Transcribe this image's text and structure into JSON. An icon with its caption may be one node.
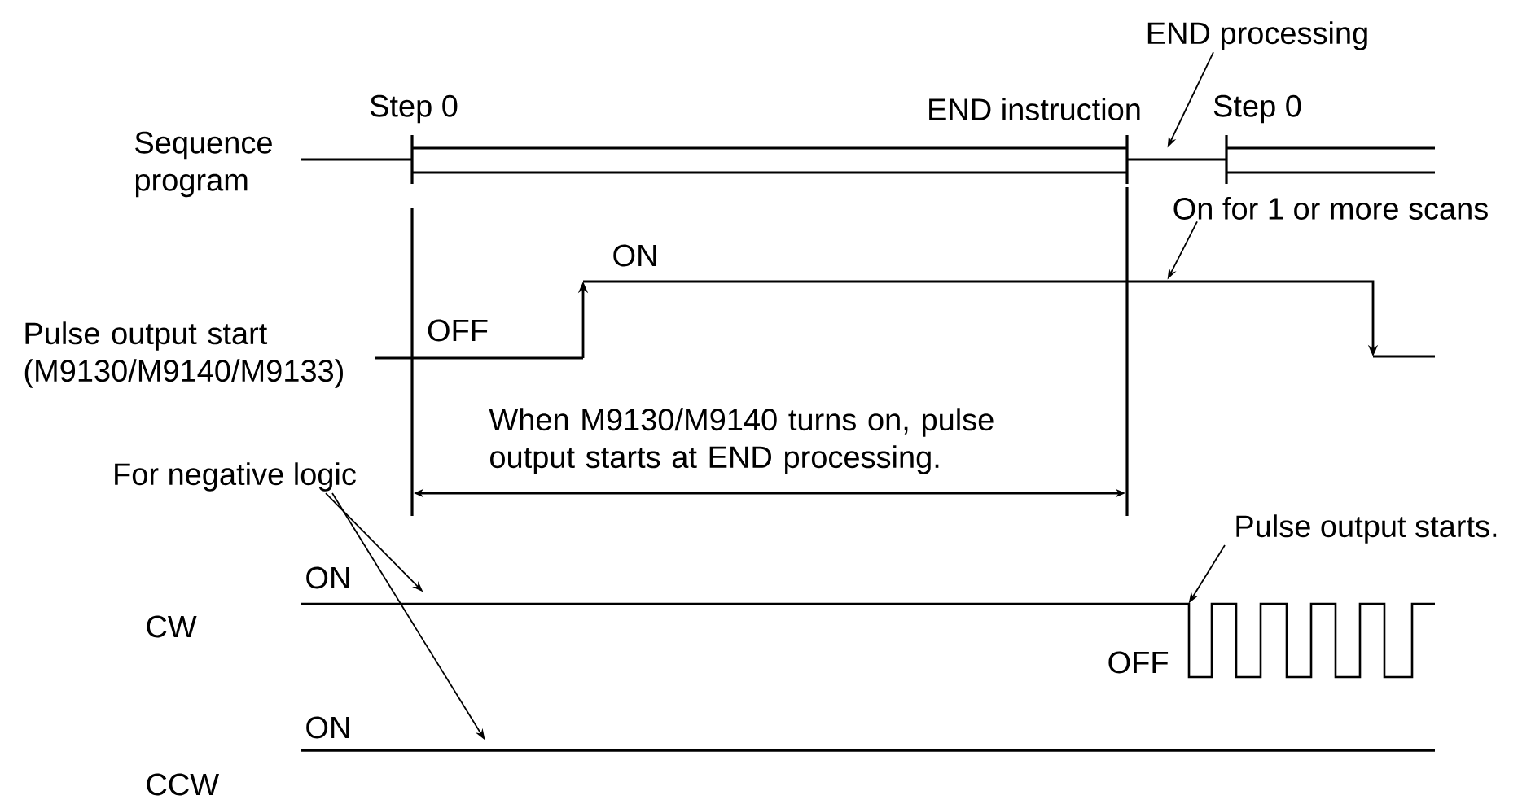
{
  "diagram": {
    "nodes": [
      {
        "text": [
          "END processing"
        ]
      },
      {
        "text": [
          "On for 1 or more scans"
        ]
      },
      {
        "text": [
          "For negative logic"
        ]
      },
      {
        "text": [
          "Pulse output starts."
        ]
      },
      {
        "text": [],
        "shape": "picture"
      },
      {
        "text": [],
        "shape": "picture"
      },
      {
        "text": [],
        "shape": "picture"
      },
      {
        "text": [],
        "shape": "picture"
      }
    ],
    "edges": [
      {
        "from": 0,
        "to": 4,
        "arrow": "to"
      },
      {
        "from": 1,
        "to": 5,
        "arrow": "to"
      },
      {
        "from": 2,
        "to": 6,
        "arrow": "to"
      },
      {
        "from": 2,
        "to": 7,
        "arrow": "to"
      },
      {
        "from": 3,
        "to": 6,
        "arrow": "to"
      }
    ],
    "labels": [
      "Sequence program",
      "Step 0",
      "END instruction",
      "Step 0",
      "ON",
      "Pulse output start (M9130/M9140/M9133)",
      "OFF",
      "When M9130/M9140 turns on, pulse output starts at END processing.",
      "ON",
      "CW",
      "OFF",
      "ON",
      "CCW"
    ]
  }
}
